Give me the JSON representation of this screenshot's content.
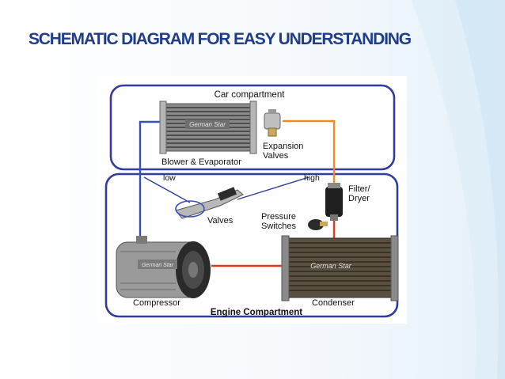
{
  "slide": {
    "title": "SCHEMATIC DIAGRAM FOR EASY UNDERSTANDING"
  },
  "diagram": {
    "car_compartment_label": "Car compartment",
    "engine_compartment_label": "Engine Compartment",
    "evaporator": {
      "brand": "German Star",
      "label": "Blower & Evaporator"
    },
    "expansion_valves": {
      "line1": "Expansion",
      "line2": "Valves"
    },
    "low_label": "low",
    "high_label": "high",
    "valves_label": "Valves",
    "filter_dryer": {
      "line1": "Filter/",
      "line2": "Dryer"
    },
    "pressure_switches": {
      "line1": "Pressure",
      "line2": "Switches"
    },
    "compressor": {
      "brand": "German Star",
      "label": "Compressor"
    },
    "condenser": {
      "brand": "German Star",
      "label": "Condenser"
    }
  },
  "colors": {
    "title": "#1f3d8a",
    "compartment_border": "#2f3d9e",
    "high_pressure_line": "#e23a1a",
    "hot_line": "#f28a2a",
    "low_pressure_line": "#3a4fb5"
  }
}
